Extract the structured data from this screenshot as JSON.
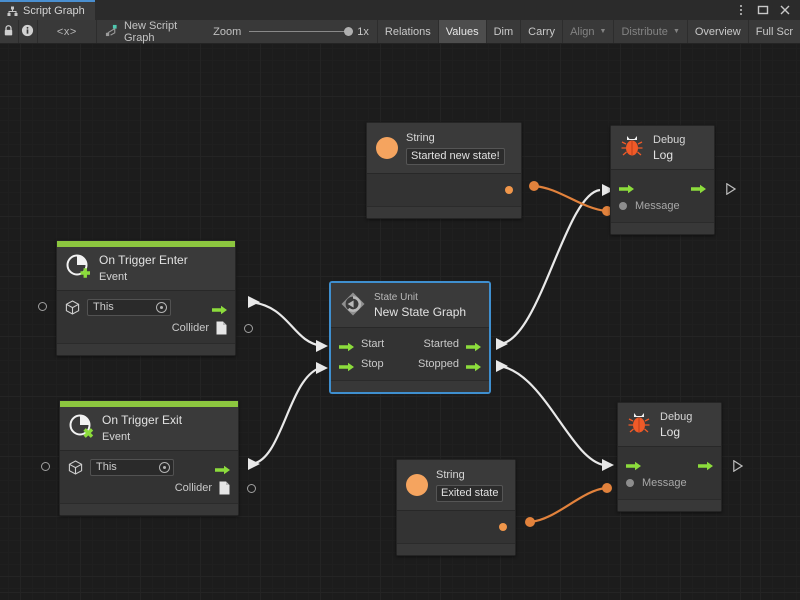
{
  "window": {
    "tab_label": "Script Graph",
    "tab_icon": "graph-hierarchy-icon",
    "menu_icon": "kebab-menu-icon",
    "maximize_icon": "maximize-icon",
    "close_icon": "close-icon"
  },
  "toolbar": {
    "lock_icon": "lock-icon",
    "info_icon": "info-icon",
    "code_label": "<x>",
    "graph_icon": "script-graph-icon",
    "graph_name": "New Script Graph",
    "zoom_label": "Zoom",
    "zoom_value": "1x",
    "buttons": [
      {
        "label": "Relations",
        "state": "normal"
      },
      {
        "label": "Values",
        "state": "active"
      },
      {
        "label": "Dim",
        "state": "normal"
      },
      {
        "label": "Carry",
        "state": "normal"
      },
      {
        "label": "Align",
        "state": "dim",
        "caret": true
      },
      {
        "label": "Distribute",
        "state": "dim",
        "caret": true
      },
      {
        "label": "Overview",
        "state": "normal"
      },
      {
        "label": "Full Scr",
        "state": "normal"
      }
    ]
  },
  "graph": {
    "accent_green": "#8cc63f",
    "wire_flow_color": "#e8e8e8",
    "wire_value_color": "#e2823c",
    "selection_color": "#3f8fcf",
    "nodes": [
      {
        "id": "string-top",
        "name": "string-node-started",
        "title": "String",
        "value": "Started new state!",
        "icon": "string-value-icon"
      },
      {
        "id": "debug-log-top",
        "name": "debug-log-node-top",
        "title": "Debug",
        "subtitle": "Log",
        "icon": "bug-icon",
        "input_label": "Message"
      },
      {
        "id": "on-trigger-enter",
        "name": "on-trigger-enter-node",
        "title": "On Trigger Enter",
        "subtitle": "Event",
        "icon": "event-enter-icon",
        "target_value": "This",
        "output_label": "Collider"
      },
      {
        "id": "state-unit",
        "name": "state-unit-node",
        "title": "State Unit",
        "subtitle": "New  State  Graph",
        "icon": "state-machine-icon",
        "selected": true,
        "inputs": [
          "Start",
          "Stop"
        ],
        "outputs": [
          "Started",
          "Stopped"
        ]
      },
      {
        "id": "on-trigger-exit",
        "name": "on-trigger-exit-node",
        "title": "On Trigger Exit",
        "subtitle": "Event",
        "icon": "event-exit-icon",
        "target_value": "This",
        "output_label": "Collider"
      },
      {
        "id": "string-bottom",
        "name": "string-node-exited",
        "title": "String",
        "value": "Exited state",
        "icon": "string-value-icon"
      },
      {
        "id": "debug-log-bottom",
        "name": "debug-log-node-bottom",
        "title": "Debug",
        "subtitle": "Log",
        "icon": "bug-icon",
        "input_label": "Message"
      }
    ]
  }
}
